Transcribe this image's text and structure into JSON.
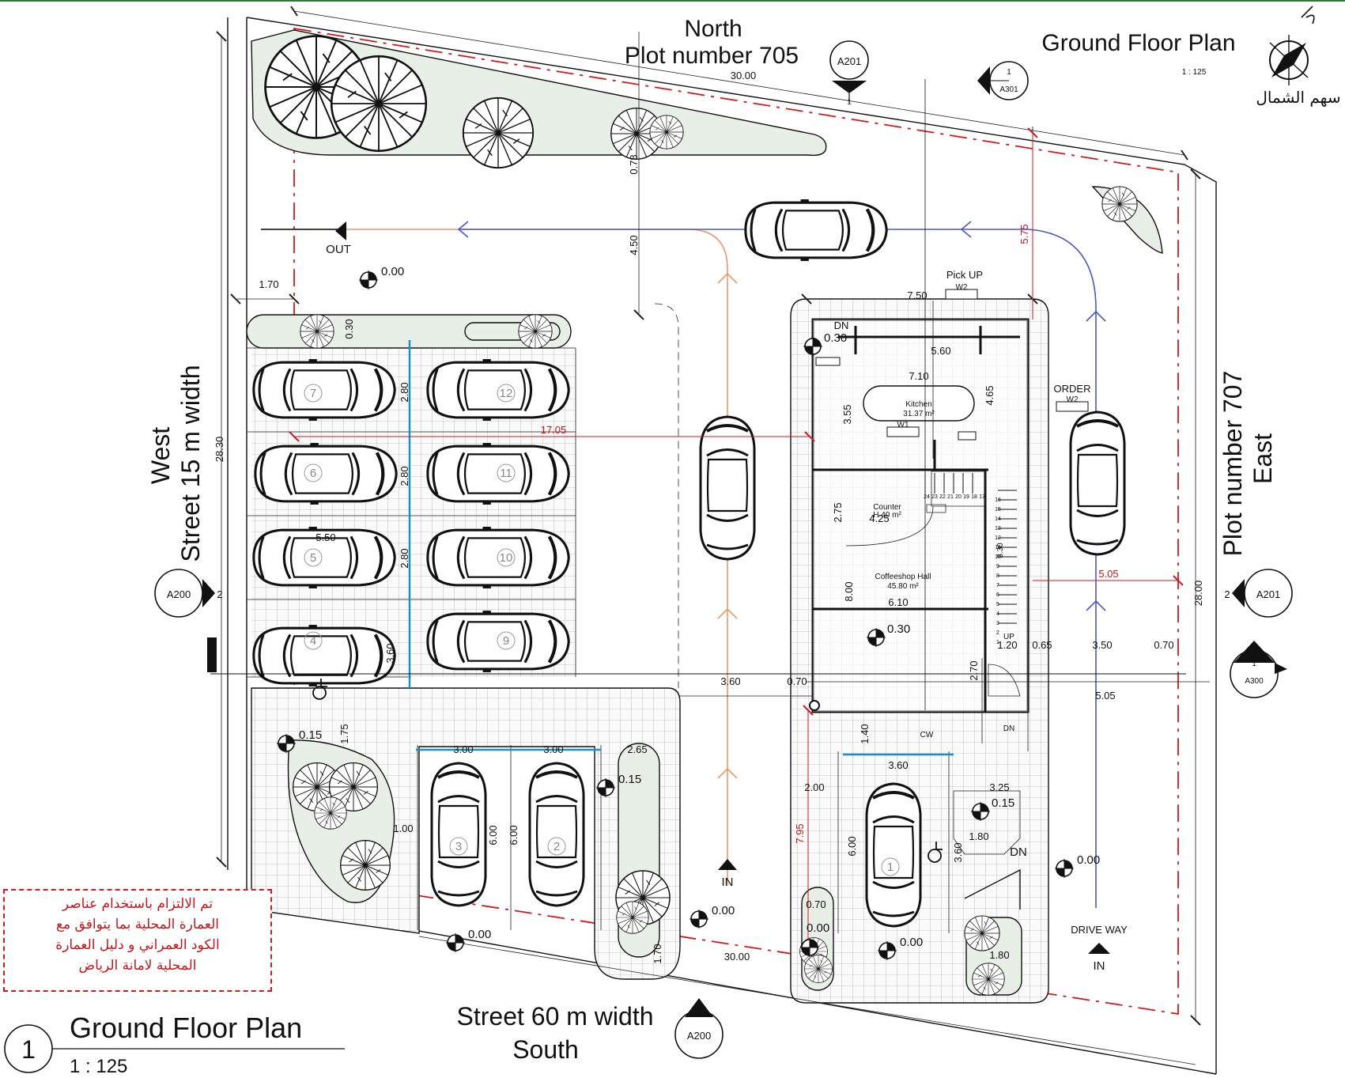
{
  "header": {
    "north_label": "North",
    "north_plot": "Plot number 705",
    "plan_title": "Ground Floor Plan",
    "plan_scale": "1 : 125",
    "north_arrow_label": "سهم الشمال"
  },
  "sides": {
    "west_label": "West",
    "west_street": "Street 15 m width",
    "east_plot": "Plot number 707",
    "east_label": "East",
    "south_street": "Street 60 m width",
    "south_label": "South"
  },
  "title_block": {
    "number": "1",
    "title": "Ground Floor Plan",
    "scale": "1 : 125"
  },
  "section_markers": [
    {
      "num": "1",
      "sheet": "A201"
    },
    {
      "num": "1",
      "sheet": "A301"
    },
    {
      "num": "2",
      "sheet": "A200"
    },
    {
      "num": "2",
      "sheet": "A201"
    },
    {
      "num": "1",
      "sheet": "A300"
    },
    {
      "num": "1",
      "sheet": "A200"
    }
  ],
  "labels": {
    "out": "OUT",
    "in_main": "IN",
    "in_drive": "IN",
    "drive_way": "DRIVE WAY",
    "pick_up": "Pick UP",
    "order": "ORDER",
    "dn_top": "DN",
    "dn_bottom": "DN",
    "dn_ramp": "DN",
    "up": "UP",
    "cw": "CW"
  },
  "rooms": [
    {
      "name": "Kitchen",
      "area": "31.37 m²"
    },
    {
      "name": "Counter",
      "area": "H 40 m²"
    },
    {
      "name": "Coffeeshop Hall",
      "area": "45.80 m²"
    }
  ],
  "windows": [
    "W2",
    "W2",
    "W1"
  ],
  "levels": [
    "0.00",
    "0.30",
    "0.30",
    "0.15",
    "0.15",
    "0.15",
    "0.00",
    "0.00",
    "0.00",
    "0.00",
    "0.00"
  ],
  "dimensions": {
    "black": [
      "30.00",
      "30.00",
      "1.70",
      "4.50",
      "0.78",
      "7.50",
      "5.60",
      "7.10",
      "3.55",
      "4.65",
      "2.80",
      "2.80",
      "2.80",
      "5.50",
      "3.60",
      "28.30",
      "28.00",
      "1.75",
      "3.00",
      "3.00",
      "2.65",
      "1.00",
      "6.00",
      "6.00",
      "1.70",
      "3.60",
      "0.70",
      "2.75",
      "4.25",
      "8.00",
      "6.10",
      "1.20",
      "0.65",
      "3.50",
      "0.70",
      "2.70",
      "1.40",
      "3.60",
      "2.00",
      "3.25",
      "1.80",
      "3.60",
      "6.00",
      "0.70",
      "1.80",
      "5.05",
      "0.30",
      "3.30"
    ],
    "red": [
      "17.05",
      "5.75",
      "5.05",
      "7.95"
    ]
  },
  "parking_numbers": [
    "7",
    "6",
    "5",
    "4",
    "12",
    "11",
    "10",
    "9",
    "3",
    "2",
    "1"
  ],
  "stair_numbers": [
    "24",
    "23",
    "22",
    "21",
    "20",
    "19",
    "18",
    "17",
    "16",
    "15",
    "14",
    "13",
    "12",
    "11",
    "10",
    "9",
    "8",
    "7",
    "6",
    "5",
    "4",
    "3",
    "2",
    "1"
  ],
  "note_lines": [
    "تم الالتزام باستخدام عناصر",
    "العمارة المحلية بما يتوافق مع",
    "الكود العمراني و دليل العمارة",
    "المحلية لامانة الرياض"
  ],
  "colors": {
    "property_line": "#d01a1f",
    "landscape": "#e8efe6",
    "exit_lane": "#e79a6c",
    "drive_lane": "#4a55c9",
    "accessible_edge": "#1b8fc8"
  }
}
